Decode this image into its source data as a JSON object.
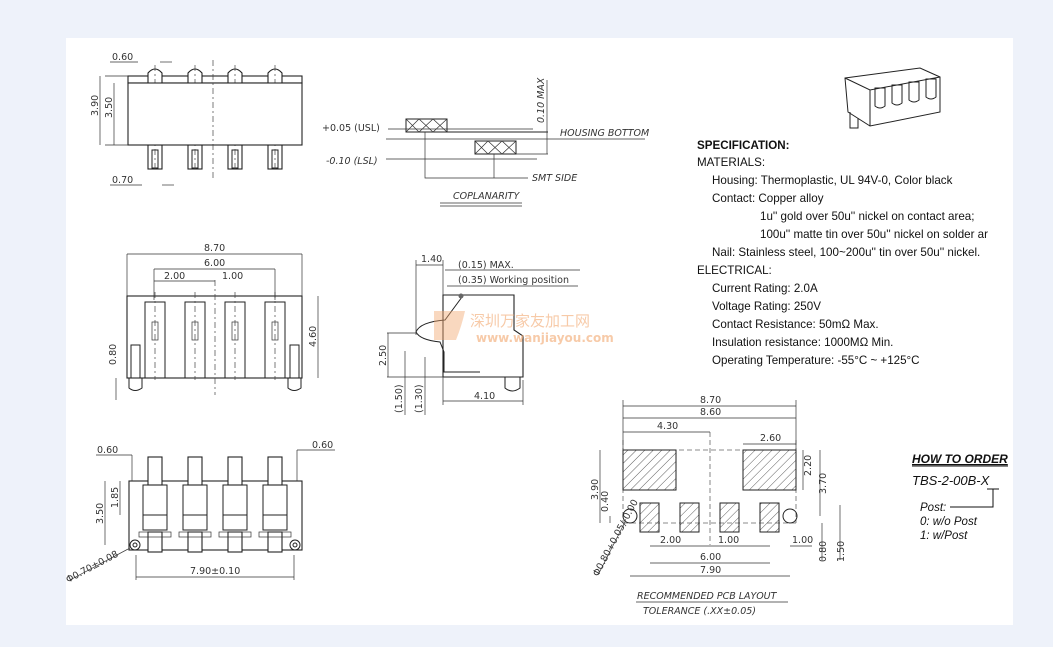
{
  "colors": {
    "page_bg": "#eef2fa",
    "sheet": "#ffffff",
    "ink": "#222222",
    "watermark": "#f2a870"
  },
  "top_view": {
    "dims": [
      "0.60",
      "3.90",
      "3.50",
      "0.70"
    ]
  },
  "coplanarity": {
    "usl": "+0.05 (USL)",
    "lsl": "-0.10 (LSL)",
    "max": "0.10 MAX",
    "housing_bottom": "HOUSING BOTTOM",
    "smt_side": "SMT SIDE",
    "title": "COPLANARITY"
  },
  "front_view": {
    "dims": [
      "8.70",
      "6.00",
      "2.00",
      "1.00",
      "4.60",
      "0.80"
    ]
  },
  "side_view": {
    "dims": [
      "1.40",
      "(0.15) MAX.",
      "(0.35) Working position",
      "2.50",
      "(1.50)",
      "(1.30)",
      "4.10"
    ]
  },
  "watermark": {
    "cn": "深圳万家友加工网",
    "url": "www.wanjiayou.com"
  },
  "bottom_view": {
    "dims": [
      "0.60",
      "0.60",
      "3.50",
      "1.85",
      "Φ0.70±0.08",
      "7.90±0.10"
    ]
  },
  "pcb_layout": {
    "dims": [
      "8.70",
      "8.60",
      "4.30",
      "2.60",
      "2.20",
      "3.70",
      "3.90",
      "0.40",
      "2.00",
      "1.00",
      "1.00",
      "6.00",
      "7.90",
      "0.80",
      "1.50",
      "Φ0.80+0.05/-0.00"
    ],
    "title": "RECOMMENDED PCB LAYOUT",
    "tolerance": "TOLERANCE (.XX±0.05)"
  },
  "spec": {
    "title": "SPECIFICATION:",
    "lines": [
      "MATERIALS:",
      "Housing: Thermoplastic, UL 94V-0, Color black",
      "Contact: Copper alloy",
      "1u'' gold over 50u'' nickel on contact area;",
      "100u'' matte tin over 50u'' nickel on solder ar",
      "Nail: Stainless steel, 100~200u'' tin over 50u'' nickel.",
      "ELECTRICAL:",
      "Current Rating: 2.0A",
      "Voltage Rating: 250V",
      "Contact Resistance: 50mΩ Max.",
      "Insulation resistance: 1000MΩ Min.",
      "Operating Temperature: -55°C ~ +125°C"
    ]
  },
  "how_to_order": {
    "title": "HOW TO ORDER",
    "part": "TBS-2-00B-X",
    "post_label": "Post:",
    "options": [
      "0: w/o Post",
      "1: w/Post"
    ]
  }
}
